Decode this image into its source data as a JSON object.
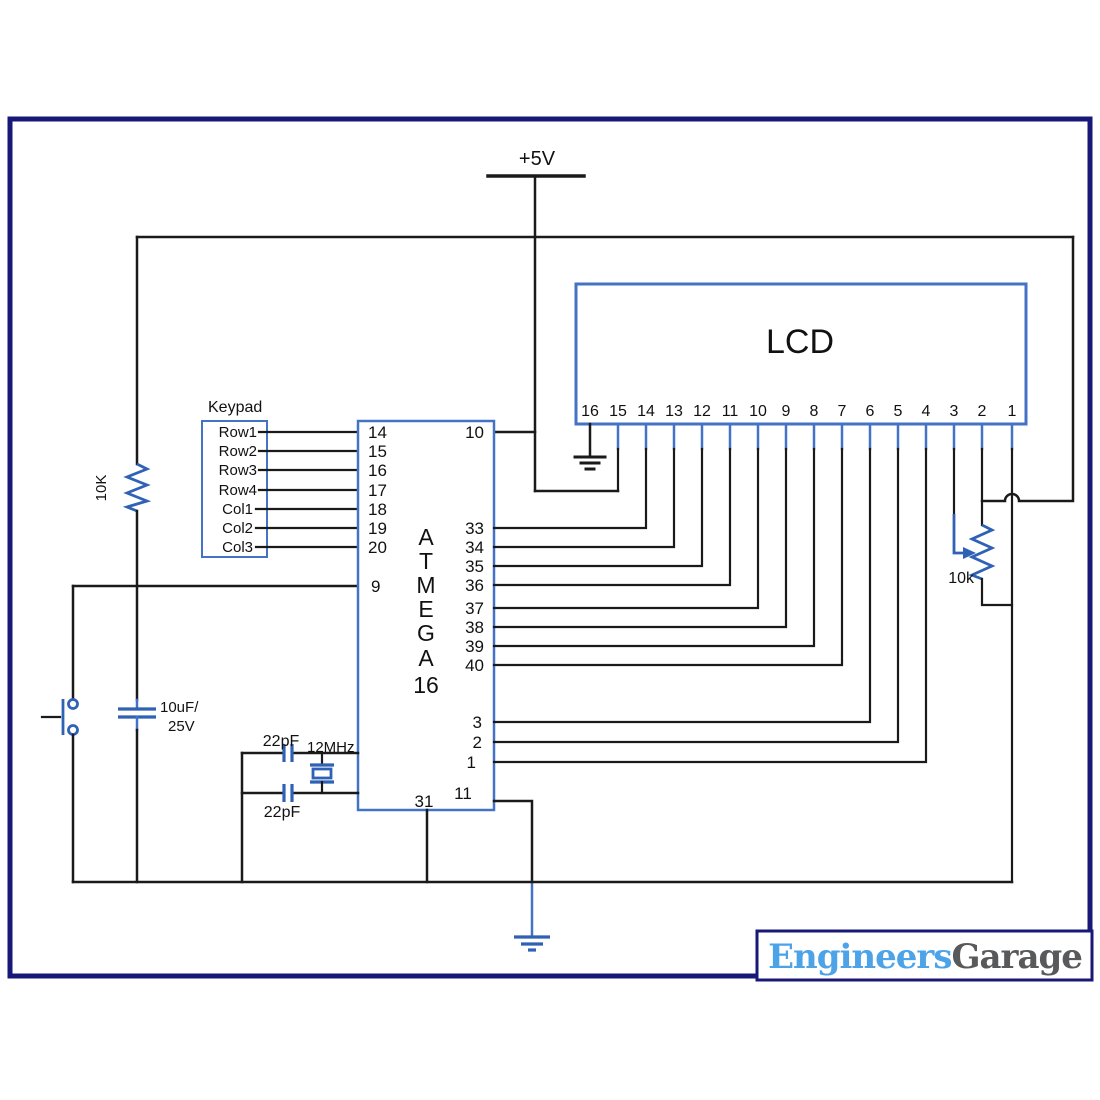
{
  "schematic": {
    "power_label": "+5V",
    "lcd": {
      "title": "LCD",
      "pins": [
        "16",
        "15",
        "14",
        "13",
        "12",
        "11",
        "10",
        "9",
        "8",
        "7",
        "6",
        "5",
        "4",
        "3",
        "2",
        "1"
      ]
    },
    "keypad": {
      "title": "Keypad",
      "pins": [
        "Row1",
        "Row2",
        "Row3",
        "Row4",
        "Col1",
        "Col2",
        "Col3"
      ]
    },
    "mcu": {
      "name_letters": [
        "A",
        "T",
        "M",
        "E",
        "G",
        "A",
        "16"
      ],
      "left_pins": [
        "14",
        "15",
        "16",
        "17",
        "18",
        "19",
        "20"
      ],
      "pin9": "9",
      "pin10": "10",
      "right_pins": [
        "33",
        "34",
        "35",
        "36",
        "37",
        "38",
        "39",
        "40"
      ],
      "lower_right_pins": [
        "3",
        "2",
        "1"
      ],
      "pin11": "11",
      "pin31": "31"
    },
    "components": {
      "pullup_resistor": "10K",
      "electrolytic_cap_line1": "10uF/",
      "electrolytic_cap_line2": "25V",
      "load_cap_top": "22pF",
      "load_cap_bottom": "22pF",
      "crystal_freq": "12MHz",
      "contrast_pot": "10k"
    }
  },
  "logo": {
    "part1": "Engineers",
    "part2": "Garage"
  },
  "colors": {
    "wire_black": "#1a1a1a",
    "component_blue": "#2f62b5",
    "box_blue": "#4472c4",
    "border_navy": "#181878",
    "logo_blue": "#4da3e8",
    "logo_gray": "#58595b"
  }
}
